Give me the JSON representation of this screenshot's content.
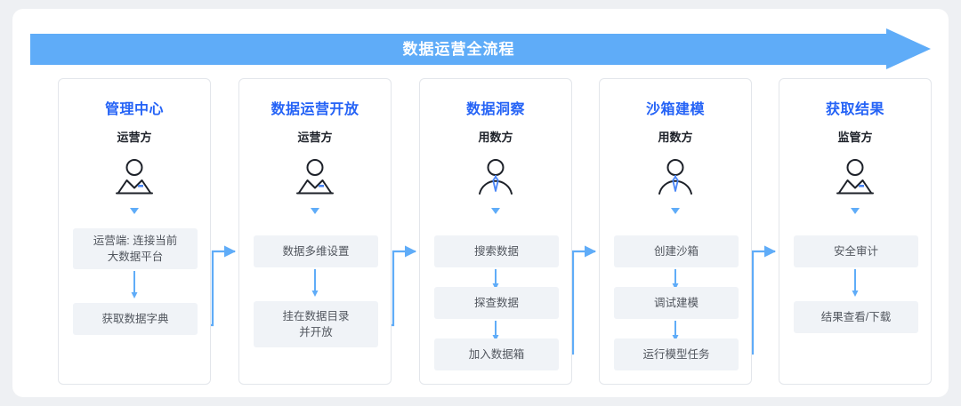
{
  "banner": {
    "title": "数据运营全流程",
    "color": "#5facf8",
    "text_color": "#ffffff"
  },
  "theme": {
    "page_background": "#eef0f3",
    "card_background": "#ffffff",
    "title_color": "#2563f6",
    "role_color": "#1d2129",
    "step_background": "#f0f3f7",
    "step_text_color": "#51565e",
    "arrow_color": "#5facf8",
    "border_color": "#e3e6eb"
  },
  "columns": [
    {
      "title": "管理中心",
      "role": "运营方",
      "icon": "operator-person-icon",
      "caret": "chevron-down-icon",
      "steps": [
        "运营端: 连接当前\n大数据平台",
        "获取数据字典"
      ],
      "step_lines": [
        [
          "运营端: 连接当前",
          "大数据平台"
        ],
        [
          "获取数据字典"
        ]
      ]
    },
    {
      "title": "数据运营开放",
      "role": "运营方",
      "icon": "operator-person-icon",
      "caret": "chevron-down-icon",
      "steps": [
        "数据多维设置",
        "挂在数据目录\n并开放"
      ],
      "step_lines": [
        [
          "数据多维设置"
        ],
        [
          "挂在数据目录",
          "并开放"
        ]
      ]
    },
    {
      "title": "数据洞察",
      "role": "用数方",
      "icon": "data-user-person-icon",
      "caret": "chevron-down-icon",
      "steps": [
        "搜索数据",
        "探查数据",
        "加入数据箱"
      ],
      "step_lines": [
        [
          "搜索数据"
        ],
        [
          "探查数据"
        ],
        [
          "加入数据箱"
        ]
      ]
    },
    {
      "title": "沙箱建模",
      "role": "用数方",
      "icon": "data-user-person-icon",
      "caret": "chevron-down-icon",
      "steps": [
        "创建沙箱",
        "调试建模",
        "运行模型任务"
      ],
      "step_lines": [
        [
          "创建沙箱"
        ],
        [
          "调试建模"
        ],
        [
          "运行模型任务"
        ]
      ]
    },
    {
      "title": "获取结果",
      "role": "监管方",
      "icon": "operator-person-icon",
      "caret": "chevron-down-icon",
      "steps": [
        "安全审计",
        "结果查看/下载"
      ],
      "step_lines": [
        [
          "安全审计"
        ],
        [
          "结果查看/下载"
        ]
      ]
    }
  ]
}
